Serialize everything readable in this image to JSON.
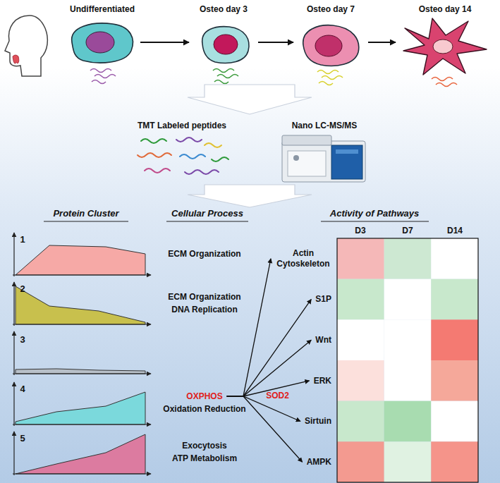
{
  "diagram": {
    "nodes": [
      {
        "text": [
          "Undifferentiated"
        ]
      },
      {
        "text": [
          "Osteo day 3"
        ]
      },
      {
        "text": [
          "Osteo day 7"
        ]
      },
      {
        "text": [
          "Osteo day 14"
        ]
      },
      {
        "text": [
          "OXPHOS"
        ]
      },
      {
        "text": [
          "Actin Cytoskeleton"
        ]
      },
      {
        "text": [
          "S1P"
        ]
      },
      {
        "text": [
          "Wnt"
        ]
      },
      {
        "text": [
          "ERK"
        ]
      },
      {
        "text": [
          "Sirtuin"
        ]
      },
      {
        "text": [
          "AMPK"
        ]
      }
    ],
    "edges": [
      {
        "from": 0,
        "to": 1,
        "arrow": "to"
      },
      {
        "from": 1,
        "to": 2,
        "arrow": "to"
      },
      {
        "from": 2,
        "to": 3,
        "arrow": "to"
      },
      {
        "from": 4,
        "to": 5,
        "arrow": "to"
      },
      {
        "from": 4,
        "to": 6,
        "arrow": "to"
      },
      {
        "from": 4,
        "to": 7,
        "arrow": "to"
      },
      {
        "from": 4,
        "to": 8,
        "arrow": "to"
      },
      {
        "from": 4,
        "to": 9,
        "label": "SOD2",
        "arrow": "to"
      },
      {
        "from": 4,
        "to": 10,
        "arrow": "to"
      }
    ],
    "labels": [
      "TMT Labeled peptides",
      "Nano LC-MS/MS",
      "Protein Cluster",
      "Cellular Process",
      "Activity of Pathways",
      "1",
      "2",
      "3",
      "4",
      "5",
      "ECM Organization",
      "ECM Organization",
      "DNA Replication",
      "Oxidation Reduction",
      "Exocytosis",
      "ATP Metabolism",
      "D3",
      "D7",
      "D14"
    ]
  }
}
